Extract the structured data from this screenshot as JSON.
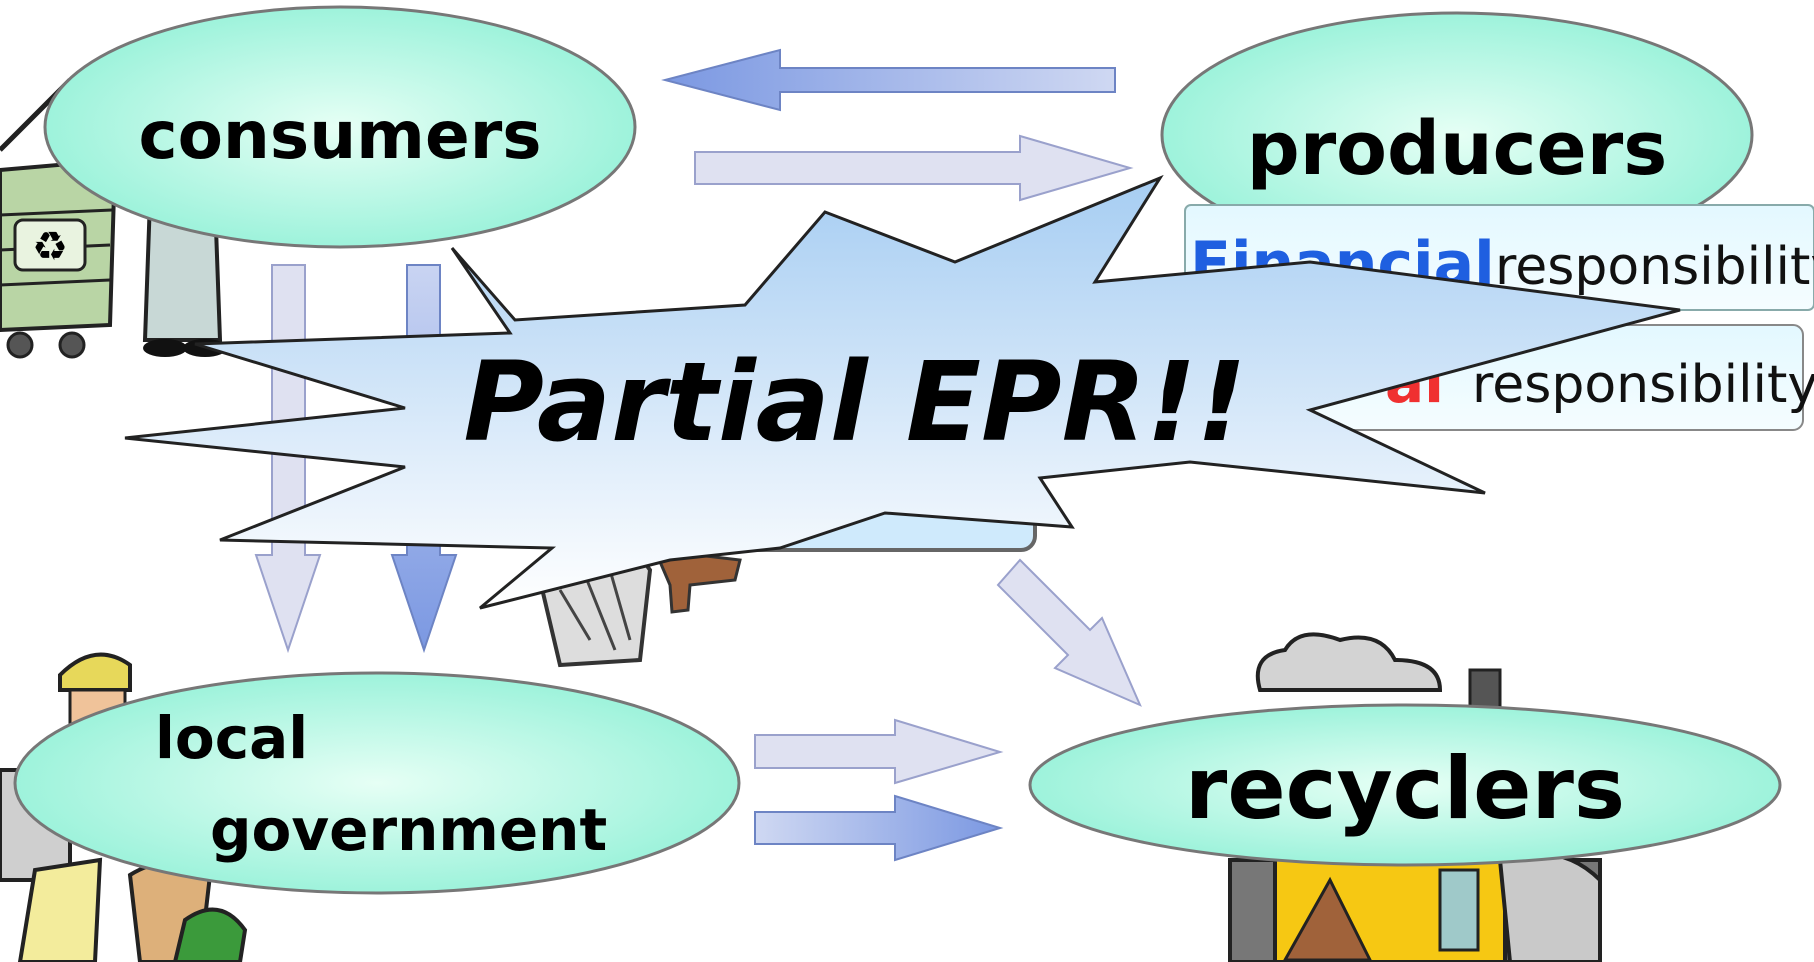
{
  "nodes": {
    "consumers": "consumers",
    "producers": "producers",
    "local_government_line1": "local",
    "local_government_line2": "government",
    "recyclers": "recyclers"
  },
  "responsibilities": {
    "financial_keyword": "Financial",
    "physical_keyword_visible": "al",
    "suffix": "responsibility"
  },
  "burst": {
    "text": "Partial EPR!!"
  },
  "colors": {
    "ellipse_fill": "#c9f7e6",
    "financial": "#1f5fe0",
    "physical": "#f03030",
    "arrow_light": "#dedff0",
    "arrow_blue": "#8ea6e6"
  },
  "icons": [
    "recycle-bin-icon",
    "person-icon",
    "worker-icon",
    "trash-bag-icon",
    "factory-icon",
    "waste-pile-icon"
  ]
}
